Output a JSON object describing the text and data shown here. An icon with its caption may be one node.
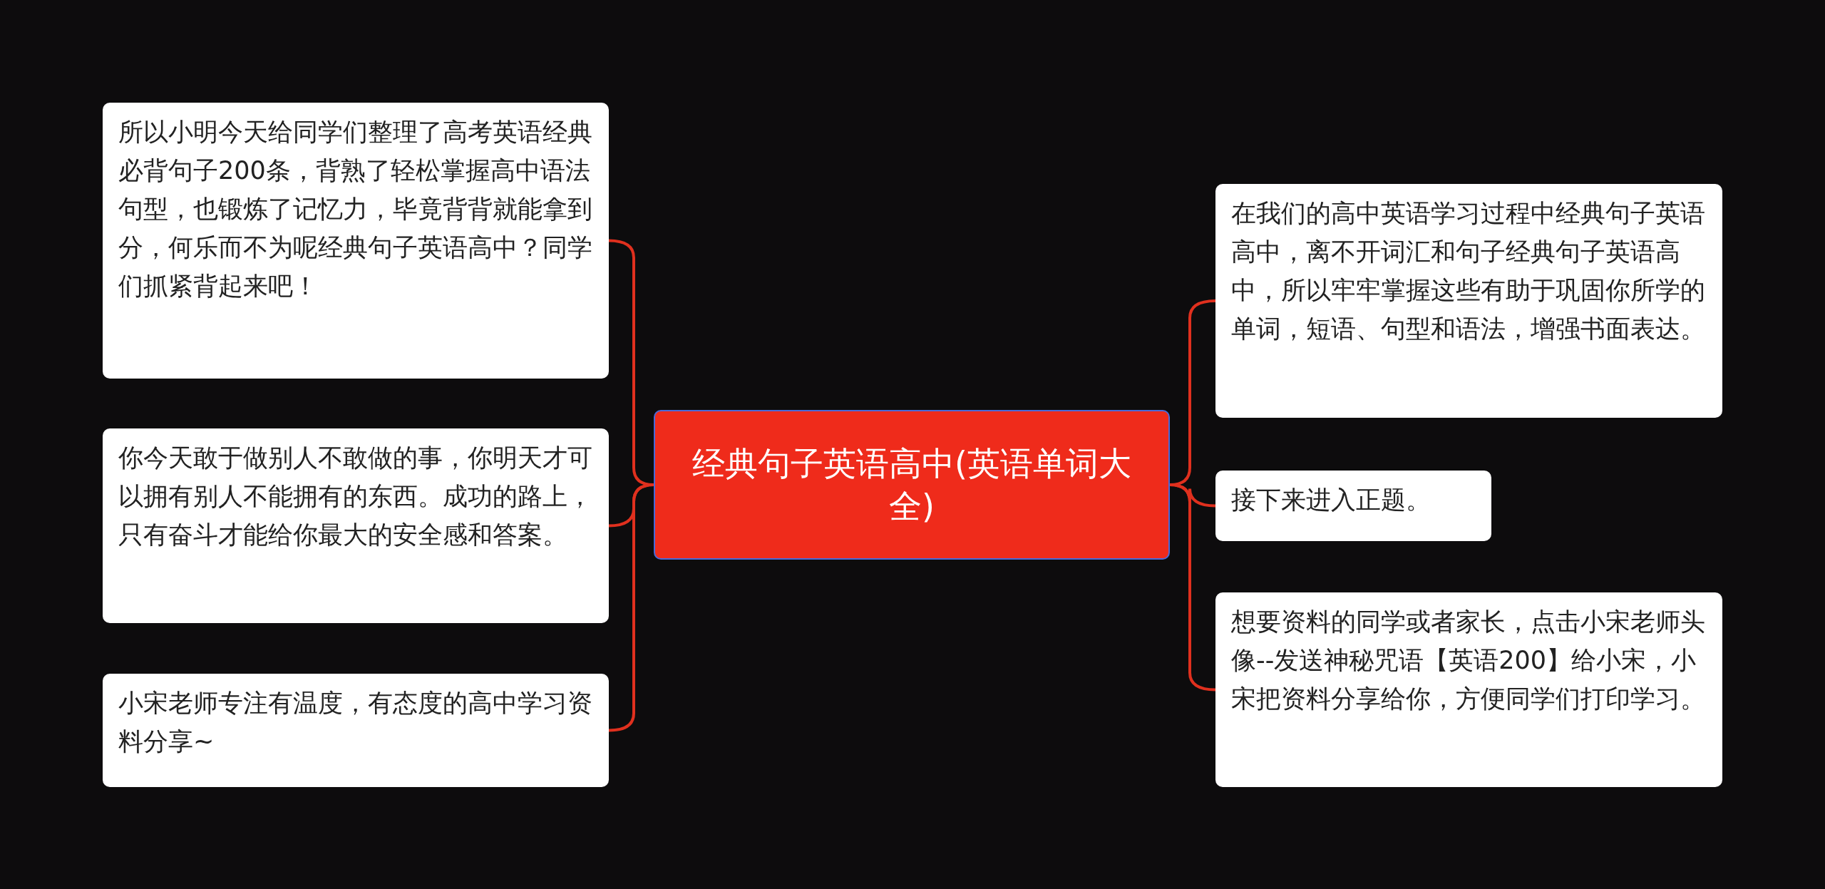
{
  "diagram": {
    "nodes": [
      {
        "text": [
          "经典句子英语高中(英语单词大全)"
        ]
      },
      {
        "text": [
          "所以小明今天给同学们整理了高考英语经典必背句子200条，背熟了轻松掌握高中语法句型，也锻炼了记忆力，毕竟背背就能拿到分，何乐而不为呢经典句子英语高中？同学们抓紧背起来吧！"
        ]
      },
      {
        "text": [
          "你今天敢于做别人不敢做的事，你明天才可以拥有别人不能拥有的东西。成功的路上，只有奋斗才能给你最大的安全感和答案。"
        ]
      },
      {
        "text": [
          "小宋老师专注有温度，有态度的高中学习资料分享~"
        ]
      },
      {
        "text": [
          "在我们的高中英语学习过程中经典句子英语高中，离不开词汇和句子经典句子英语高中，所以牢牢掌握这些有助于巩固你所学的单词，短语、句型和语法，增强书面表达。"
        ]
      },
      {
        "text": [
          "接下来进入正题。"
        ]
      },
      {
        "text": [
          "想要资料的同学或者家长，点击小宋老师头像--发送神秘咒语【英语200】给小宋，小宋把资料分享给你，方便同学们打印学习。"
        ]
      }
    ],
    "edges": [
      {
        "from": 0,
        "to": 1,
        "arrow": "none"
      },
      {
        "from": 0,
        "to": 2,
        "arrow": "none"
      },
      {
        "from": 0,
        "to": 3,
        "arrow": "none"
      },
      {
        "from": 0,
        "to": 4,
        "arrow": "none"
      },
      {
        "from": 0,
        "to": 5,
        "arrow": "none"
      },
      {
        "from": 0,
        "to": 6,
        "arrow": "none"
      }
    ]
  }
}
